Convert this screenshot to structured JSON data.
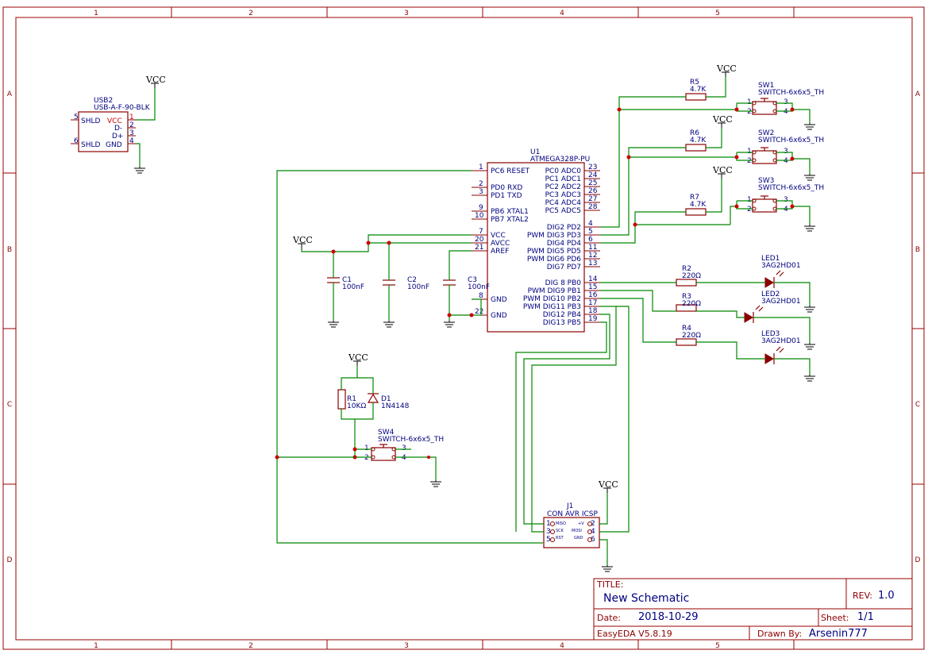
{
  "sheet": {
    "zones_top": [
      "1",
      "2",
      "3",
      "4",
      "5"
    ],
    "zones_side": [
      "A",
      "B",
      "C",
      "D"
    ]
  },
  "power_label": "VCC",
  "usb": {
    "designator": "USB2",
    "part": "USB-A-F-90-BLK",
    "pins": [
      {
        "num": "5",
        "name": "SHLD"
      },
      {
        "num": "1",
        "name": "VCC"
      },
      {
        "num": "2",
        "name": "D-"
      },
      {
        "num": "3",
        "name": "D+"
      },
      {
        "num": "6",
        "name": "SHLD"
      },
      {
        "num": "4",
        "name": "GND"
      }
    ]
  },
  "mcu": {
    "designator": "U1",
    "part": "ATMEGA328P-PU",
    "left_pins": [
      {
        "num": "1",
        "name": "PC6 RESET"
      },
      {
        "num": "2",
        "name": "PD0 RXD"
      },
      {
        "num": "3",
        "name": "PD1 TXD"
      },
      {
        "num": "9",
        "name": "PB6 XTAL1"
      },
      {
        "num": "10",
        "name": "PB7 XTAL2"
      },
      {
        "num": "7",
        "name": "VCC"
      },
      {
        "num": "20",
        "name": "AVCC"
      },
      {
        "num": "21",
        "name": "AREF"
      },
      {
        "num": "8",
        "name": "GND"
      },
      {
        "num": "22",
        "name": "GND"
      }
    ],
    "right_pins": [
      {
        "num": "23",
        "name": "PC0 ADC0"
      },
      {
        "num": "24",
        "name": "PC1 ADC1"
      },
      {
        "num": "25",
        "name": "PC2 ADC2"
      },
      {
        "num": "26",
        "name": "PC3 ADC3"
      },
      {
        "num": "27",
        "name": "PC4 ADC4"
      },
      {
        "num": "28",
        "name": "PC5 ADC5"
      },
      {
        "num": "4",
        "name": "DIG2 PD2"
      },
      {
        "num": "5",
        "name": "PWM DIG3 PD3"
      },
      {
        "num": "6",
        "name": "DIG4 PD4"
      },
      {
        "num": "11",
        "name": "PWM DIG5 PD5"
      },
      {
        "num": "12",
        "name": "PWM DIG6 PD6"
      },
      {
        "num": "13",
        "name": "DIG7 PD7"
      },
      {
        "num": "14",
        "name": "DIG 8 PB0"
      },
      {
        "num": "15",
        "name": "PWM DIG9 PB1"
      },
      {
        "num": "16",
        "name": "PWM DIG10 PB2"
      },
      {
        "num": "17",
        "name": "PWM DIG11 PB3"
      },
      {
        "num": "18",
        "name": "DIG12 PB4"
      },
      {
        "num": "19",
        "name": "DIG13 PB5"
      }
    ]
  },
  "capacitors": [
    {
      "designator": "C1",
      "value": "100nF"
    },
    {
      "designator": "C2",
      "value": "100nF"
    },
    {
      "designator": "C3",
      "value": "100nF"
    }
  ],
  "resistors_pullup": [
    {
      "designator": "R5",
      "value": "4.7K"
    },
    {
      "designator": "R6",
      "value": "4.7K"
    },
    {
      "designator": "R7",
      "value": "4.7K"
    }
  ],
  "switches": [
    {
      "designator": "SW1",
      "part": "SWITCH-6x6x5_TH"
    },
    {
      "designator": "SW2",
      "part": "SWITCH-6x6x5_TH"
    },
    {
      "designator": "SW3",
      "part": "SWITCH-6x6x5_TH"
    },
    {
      "designator": "SW4",
      "part": "SWITCH-6x6x5_TH"
    }
  ],
  "switch_pins": [
    "1",
    "2",
    "3",
    "4"
  ],
  "led_resistors": [
    {
      "designator": "R2",
      "value": "220Ω"
    },
    {
      "designator": "R3",
      "value": "220Ω"
    },
    {
      "designator": "R4",
      "value": "220Ω"
    }
  ],
  "leds": [
    {
      "designator": "LED1",
      "part": "3AG2HD01"
    },
    {
      "designator": "LED2",
      "part": "3AG2HD01"
    },
    {
      "designator": "LED3",
      "part": "3AG2HD01"
    }
  ],
  "reset": {
    "r_designator": "R1",
    "r_value": "10KΩ",
    "d_designator": "D1",
    "d_value": "1N4148"
  },
  "icsp": {
    "designator": "J1",
    "part": "CON AVR ICSP",
    "pins_left": [
      "1",
      "3",
      "5"
    ],
    "pins_right": [
      "2",
      "4",
      "6"
    ],
    "labels_left": [
      "MISO",
      "SCK",
      "RST"
    ],
    "labels_right": [
      "+V",
      "MOSI",
      "GND"
    ]
  },
  "title_block": {
    "title_label": "TITLE:",
    "title": "New Schematic",
    "rev_label": "REV:",
    "rev": "1.0",
    "date_label": "Date:",
    "date": "2018-10-29",
    "sheet_label": "Sheet:",
    "sheet": "1/1",
    "tool": "EasyEDA V5.8.19",
    "drawn_label": "Drawn By:",
    "drawn": "Arsenin777"
  }
}
